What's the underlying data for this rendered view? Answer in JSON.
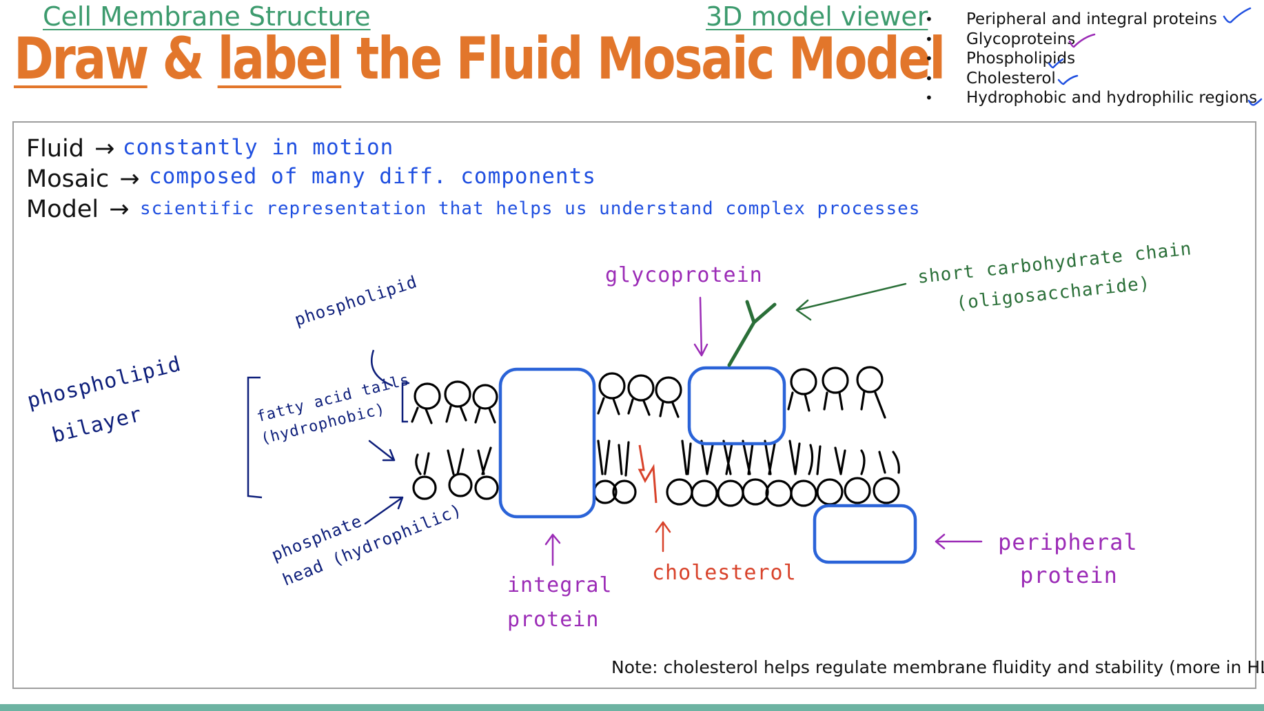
{
  "header": {
    "section_link": "Cell Membrane Structure",
    "viewer_link": "3D model viewer",
    "title_word1": "Draw",
    "title_amp": " & ",
    "title_word2": "label",
    "title_rest": " the Fluid Mosaic Model"
  },
  "checklist": {
    "bullet": "•",
    "items": [
      "Peripheral and integral proteins",
      "Glycoproteins",
      "Phospholipids",
      "Cholesterol",
      "Hydrophobic and hydrophilic regions"
    ],
    "check_colors": [
      "#1f4fe0",
      "#9b2bb6",
      "#1f4fe0",
      "#1f4fe0",
      "#1f4fe0"
    ]
  },
  "definitions": [
    {
      "term": "Fluid",
      "arrow": "→",
      "handwritten": "constantly in motion"
    },
    {
      "term": "Mosaic",
      "arrow": "→",
      "handwritten": "composed of many diff. components"
    },
    {
      "term": "Model",
      "arrow": "→",
      "handwritten": "scientific representation that helps us understand complex processes"
    }
  ],
  "diagram_labels": {
    "phospholipid": "phospholipid",
    "bilayer_line1": "phospholipid",
    "bilayer_line2": "bilayer",
    "tails_line1": "fatty acid tails",
    "tails_line2": "(hydrophobic)",
    "head_line1": "phosphate",
    "head_line2": "head (hydrophilic)",
    "glycoprotein": "glycoprotein",
    "carb_line1": "short carbohydrate chain",
    "carb_line2": "(oligosaccharide)",
    "integral_line1": "integral",
    "integral_line2": "protein",
    "cholesterol": "cholesterol",
    "peripheral_line1": "peripheral",
    "peripheral_line2": "protein"
  },
  "note": "Note: cholesterol helps regulate membrane fluidity and stability (more in HL)",
  "colors": {
    "accent_orange": "#e2762b",
    "link_green": "#3d9b6e",
    "ink_blue": "#1f4fe0",
    "ink_purple": "#9b2bb6",
    "ink_green": "#2a6f38",
    "ink_red": "#d8422a",
    "ink_navy": "#0d1e7a",
    "bottom_bar": "#6db3a2"
  }
}
